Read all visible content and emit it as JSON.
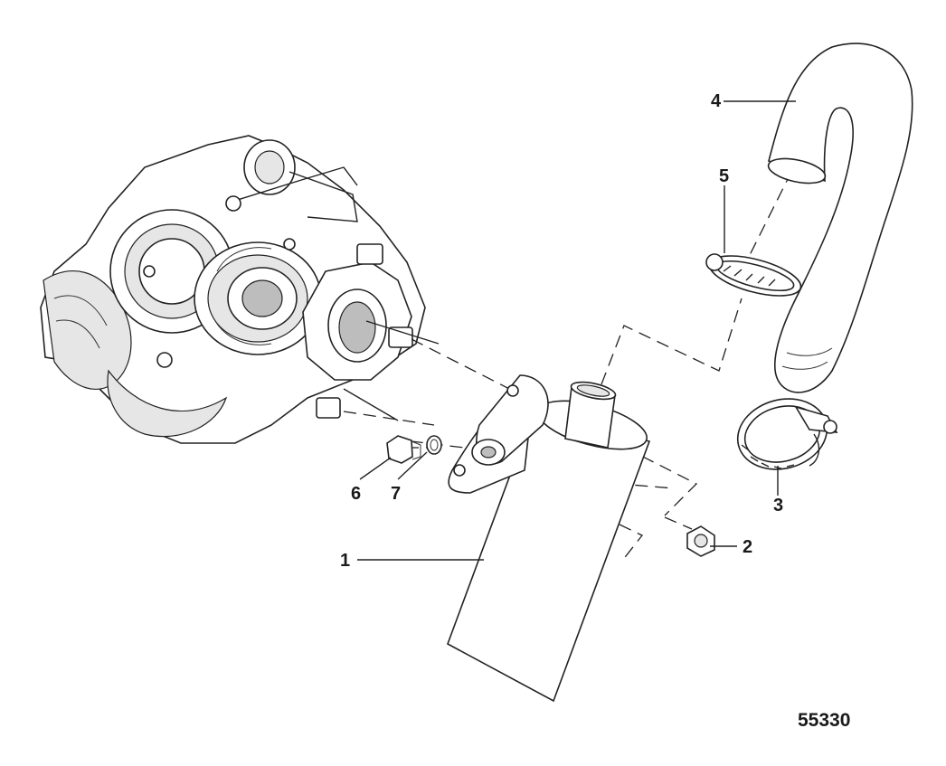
{
  "callouts": [
    {
      "id": "1",
      "label": "1"
    },
    {
      "id": "2",
      "label": "2"
    },
    {
      "id": "3",
      "label": "3"
    },
    {
      "id": "4",
      "label": "4"
    },
    {
      "id": "5",
      "label": "5"
    },
    {
      "id": "6",
      "label": "6"
    },
    {
      "id": "7",
      "label": "7"
    }
  ],
  "figure_number": "55330",
  "colors": {
    "ink": "#222222",
    "background": "#ffffff"
  }
}
